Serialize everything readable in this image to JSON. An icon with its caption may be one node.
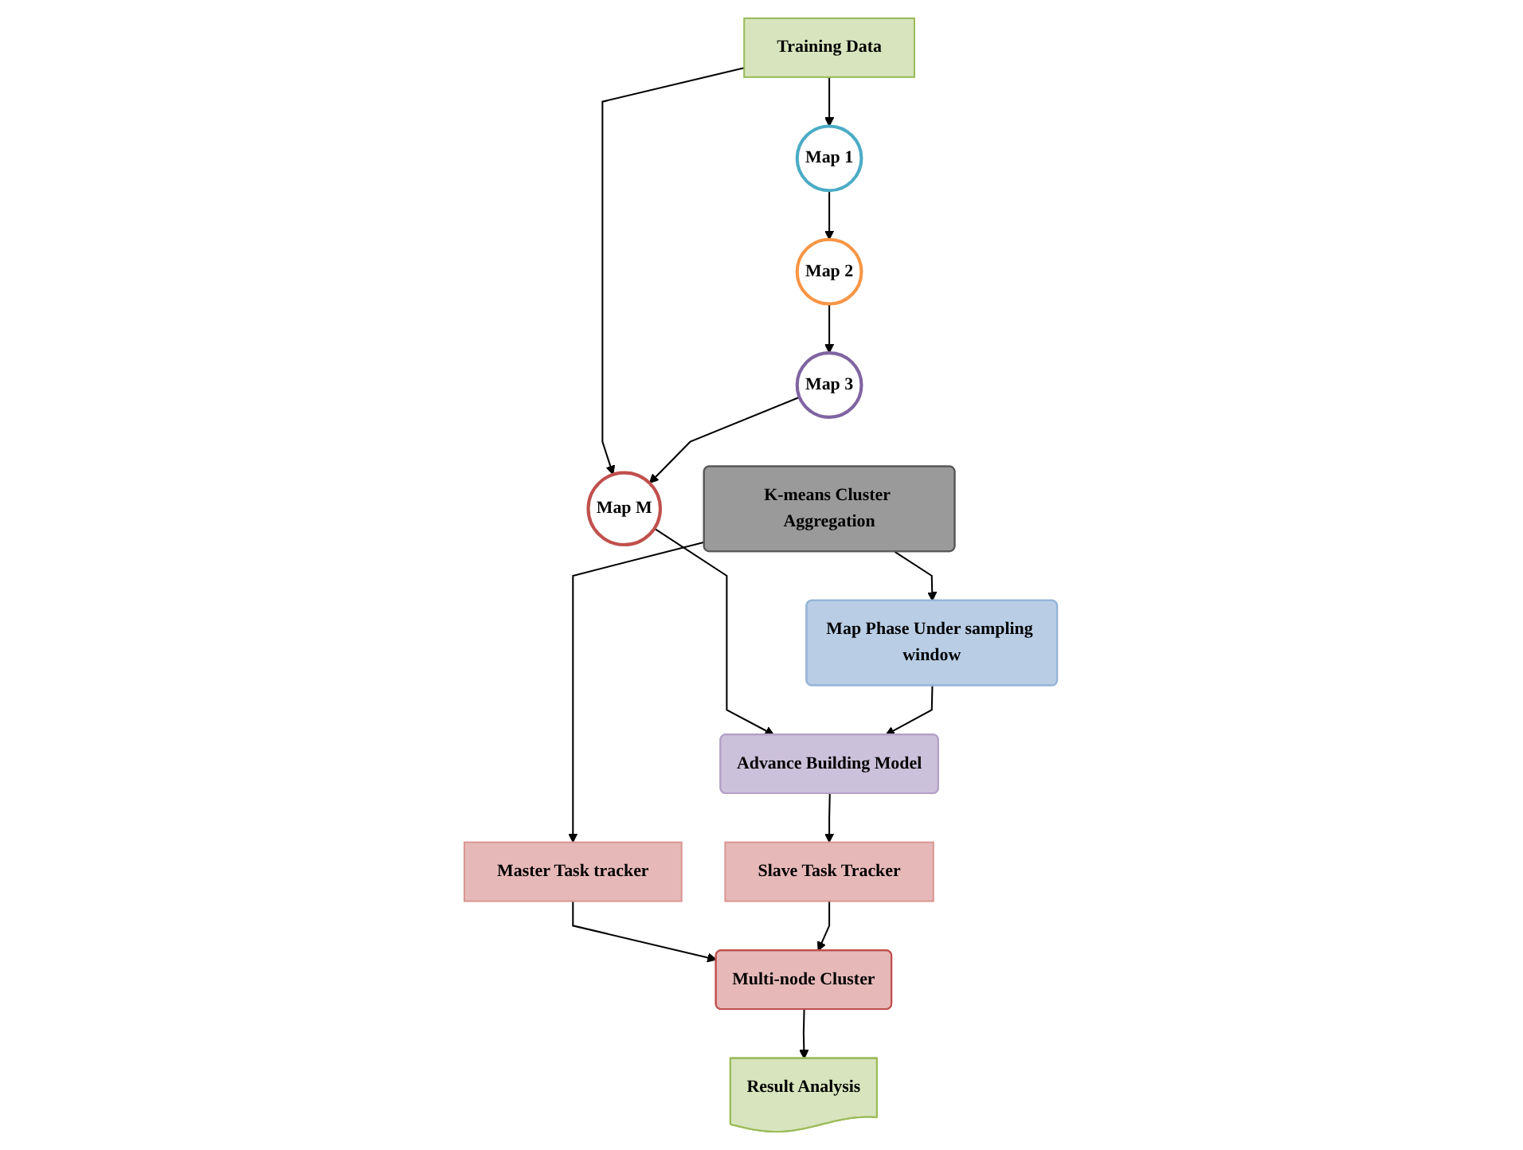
{
  "diagram": {
    "nodes": [
      {
        "text": [
          "Training Data"
        ]
      },
      {
        "text": [
          "Map 1"
        ]
      },
      {
        "text": [
          "Map 2"
        ]
      },
      {
        "text": [
          "Map 3"
        ]
      },
      {
        "text": [
          "Map M"
        ]
      },
      {
        "text": [
          "Map Phase Under sampling window"
        ]
      },
      {
        "text": [
          "Advance Building Model"
        ]
      },
      {
        "text": [
          "K-means Cluster Aggregation"
        ]
      },
      {
        "text": [
          "Master Task tracker"
        ]
      },
      {
        "text": [
          "Slave Task Tracker"
        ]
      },
      {
        "text": [
          "Multi-node Cluster"
        ]
      },
      {
        "text": [
          "Result Analysis"
        ]
      }
    ],
    "edges": [
      {
        "from": 0,
        "to": 1,
        "arrow": "to"
      },
      {
        "from": 0,
        "to": 4,
        "arrow": "to"
      },
      {
        "from": 1,
        "to": 2,
        "arrow": "to"
      },
      {
        "from": 2,
        "to": 3,
        "arrow": "to"
      },
      {
        "from": 3,
        "to": 4,
        "arrow": "to"
      },
      {
        "from": 4,
        "to": 6,
        "arrow": "to"
      },
      {
        "from": 5,
        "to": 6,
        "arrow": "to"
      },
      {
        "from": 7,
        "to": 5,
        "arrow": "to"
      },
      {
        "from": 7,
        "to": 8,
        "arrow": "to"
      },
      {
        "from": 6,
        "to": 9,
        "arrow": "to"
      },
      {
        "from": 8,
        "to": 10,
        "arrow": "to"
      },
      {
        "from": 9,
        "to": 10,
        "arrow": "to"
      },
      {
        "from": 10,
        "to": 11,
        "arrow": "to"
      }
    ]
  }
}
